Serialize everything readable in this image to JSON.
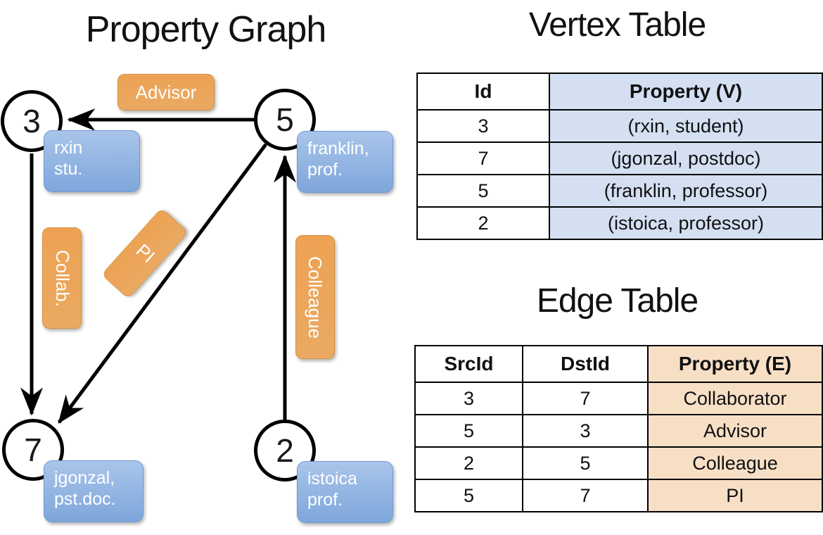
{
  "titles": {
    "property_graph": "Property Graph",
    "vertex_table": "Vertex Table",
    "edge_table": "Edge Table"
  },
  "graph": {
    "nodes": [
      {
        "id": "3",
        "property": "rxin\nstu."
      },
      {
        "id": "5",
        "property": "franklin,\nprof."
      },
      {
        "id": "7",
        "property": "jgonzal,\npst.doc."
      },
      {
        "id": "2",
        "property": "istoica\nprof."
      }
    ],
    "node_labels": {
      "n3": "3",
      "n5": "5",
      "n7": "7",
      "n2": "2"
    },
    "prop_labels": {
      "rxin_l1": "rxin",
      "rxin_l2": "stu.",
      "franklin_l1": "franklin,",
      "franklin_l2": "prof.",
      "jgonzal_l1": "jgonzal,",
      "jgonzal_l2": "pst.doc.",
      "istoica_l1": "istoica",
      "istoica_l2": "prof."
    },
    "edge_labels": {
      "advisor": "Advisor",
      "collab": "Collab.",
      "pi": "PI",
      "colleague": "Colleague"
    }
  },
  "vertex_table": {
    "headers": [
      "Id",
      "Property (V)"
    ],
    "rows": [
      {
        "id": "3",
        "property": "(rxin, student)"
      },
      {
        "id": "7",
        "property": "(jgonzal, postdoc)"
      },
      {
        "id": "5",
        "property": "(franklin, professor)"
      },
      {
        "id": "2",
        "property": "(istoica, professor)"
      }
    ]
  },
  "edge_table": {
    "headers": [
      "SrcId",
      "DstId",
      "Property (E)"
    ],
    "rows": [
      {
        "src": "3",
        "dst": "7",
        "property": "Collaborator"
      },
      {
        "src": "5",
        "dst": "3",
        "property": "Advisor"
      },
      {
        "src": "2",
        "dst": "5",
        "property": "Colleague"
      },
      {
        "src": "5",
        "dst": "7",
        "property": "PI"
      }
    ]
  },
  "colors": {
    "vertex_property_cell": "#d4dff2",
    "edge_property_cell": "#f7dfc6",
    "node_property_box": "#7ea6db",
    "edge_label_box": "#eda254",
    "stroke": "#000000",
    "background": "#ffffff"
  }
}
